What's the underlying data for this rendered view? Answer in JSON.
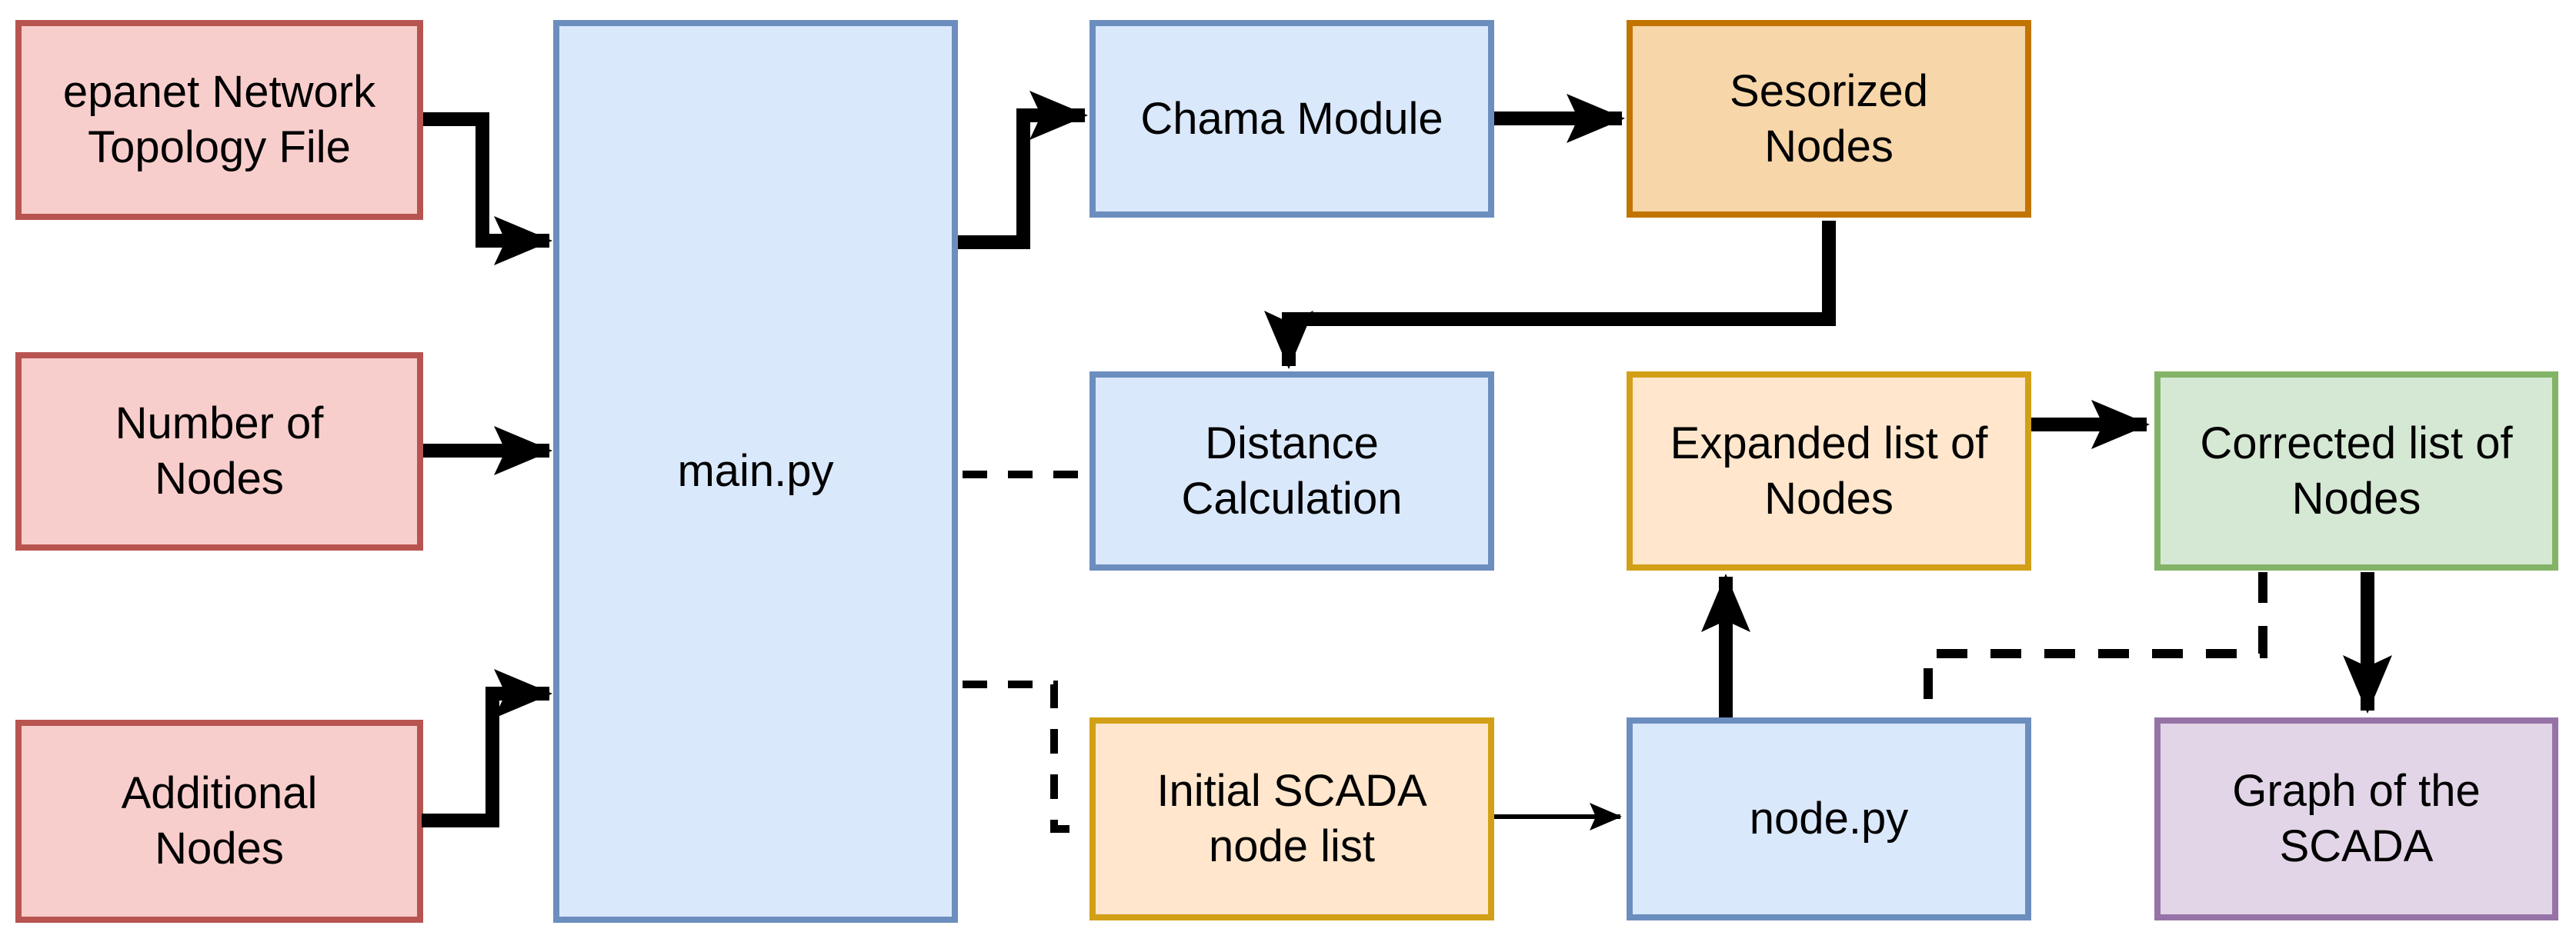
{
  "figure": {
    "type": "flowchart",
    "background": "#ffffff",
    "connector_color": "#000000",
    "nodes": [
      {
        "id": "epanet-topology-file",
        "lines": [
          "epanet Network",
          "Topology File"
        ],
        "fill": "#f8cecc",
        "stroke": "#b85450"
      },
      {
        "id": "number-of-nodes",
        "lines": [
          "Number of",
          "Nodes"
        ],
        "fill": "#f8cecc",
        "stroke": "#b85450"
      },
      {
        "id": "additional-nodes",
        "lines": [
          "Additional",
          "Nodes"
        ],
        "fill": "#f8cecc",
        "stroke": "#b85450"
      },
      {
        "id": "main-py",
        "lines": [
          "main.py"
        ],
        "fill": "#dae8fc",
        "stroke": "#6c8ebf"
      },
      {
        "id": "chama-module",
        "lines": [
          "Chama Module"
        ],
        "fill": "#dae8fc",
        "stroke": "#6c8ebf"
      },
      {
        "id": "sesorized-nodes",
        "lines": [
          "Sesorized",
          "Nodes"
        ],
        "fill": "#f7d6a9",
        "stroke": "#c27400"
      },
      {
        "id": "distance-calculation",
        "lines": [
          "Distance",
          "Calculation"
        ],
        "fill": "#dae8fc",
        "stroke": "#6c8ebf"
      },
      {
        "id": "expanded-list",
        "lines": [
          "Expanded list of",
          "Nodes"
        ],
        "fill": "#ffe6cc",
        "stroke": "#d2a017"
      },
      {
        "id": "corrected-list",
        "lines": [
          "Corrected list of",
          "Nodes"
        ],
        "fill": "#d5e8d4",
        "stroke": "#82b366"
      },
      {
        "id": "initial-scada-list",
        "lines": [
          "Initial SCADA",
          "node list"
        ],
        "fill": "#ffe6cc",
        "stroke": "#d2a017"
      },
      {
        "id": "node-py",
        "lines": [
          "node.py"
        ],
        "fill": "#dae8fc",
        "stroke": "#6c8ebf"
      },
      {
        "id": "graph-of-scada",
        "lines": [
          "Graph of the",
          "SCADA"
        ],
        "fill": "#e1d5e7",
        "stroke": "#9673a6"
      }
    ],
    "connectors": [
      {
        "from": "epanet-topology-file",
        "to": "main-py",
        "style": "solid-thick"
      },
      {
        "from": "number-of-nodes",
        "to": "main-py",
        "style": "solid-thick"
      },
      {
        "from": "additional-nodes",
        "to": "main-py",
        "style": "solid-thick"
      },
      {
        "from": "main-py",
        "to": "chama-module",
        "style": "solid-thick"
      },
      {
        "from": "chama-module",
        "to": "sesorized-nodes",
        "style": "solid-thick"
      },
      {
        "from": "sesorized-nodes",
        "to": "distance-calculation",
        "style": "solid-thick"
      },
      {
        "from": "main-py",
        "to": "distance-calculation",
        "style": "dashed"
      },
      {
        "from": "main-py",
        "to": "initial-scada-list",
        "style": "dashed"
      },
      {
        "from": "initial-scada-list",
        "to": "node-py",
        "style": "solid-thin"
      },
      {
        "from": "node-py",
        "to": "expanded-list",
        "style": "solid-thick"
      },
      {
        "from": "expanded-list",
        "to": "corrected-list",
        "style": "solid-thick"
      },
      {
        "from": "corrected-list",
        "to": "node-py",
        "style": "dashed"
      },
      {
        "from": "corrected-list",
        "to": "graph-of-scada",
        "style": "solid-thick"
      }
    ]
  }
}
